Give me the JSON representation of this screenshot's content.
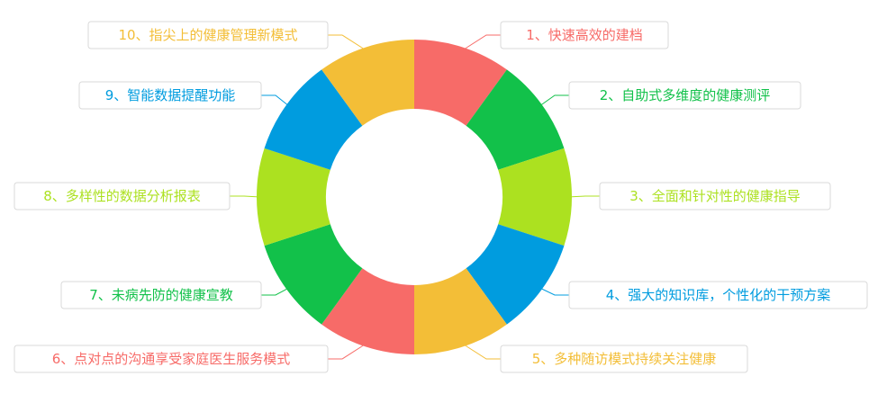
{
  "ring": {
    "segments": [
      {
        "label": "1、快速高效的建档",
        "color": "#F76B68"
      },
      {
        "label": "2、自助式多维度的健康测评",
        "color": "#12C14A"
      },
      {
        "label": "3、全面和针对性的健康指导",
        "color": "#ACE120"
      },
      {
        "label": "4、强大的知识库，个性化的干预方案",
        "color": "#009CDF"
      },
      {
        "label": "5、多种随访模式持续关注健康",
        "color": "#F3BE37"
      },
      {
        "label": "6、点对点的沟通享受家庭医生服务模式",
        "color": "#F76B68"
      },
      {
        "label": "7、未病先防的健康宣教",
        "color": "#12C14A"
      },
      {
        "label": "8、多样性的数据分析报表",
        "color": "#ACE120"
      },
      {
        "label": "9、智能数据提醒功能",
        "color": "#009CDF"
      },
      {
        "label": "10、指尖上的健康管理新模式",
        "color": "#F3BE37"
      }
    ]
  }
}
